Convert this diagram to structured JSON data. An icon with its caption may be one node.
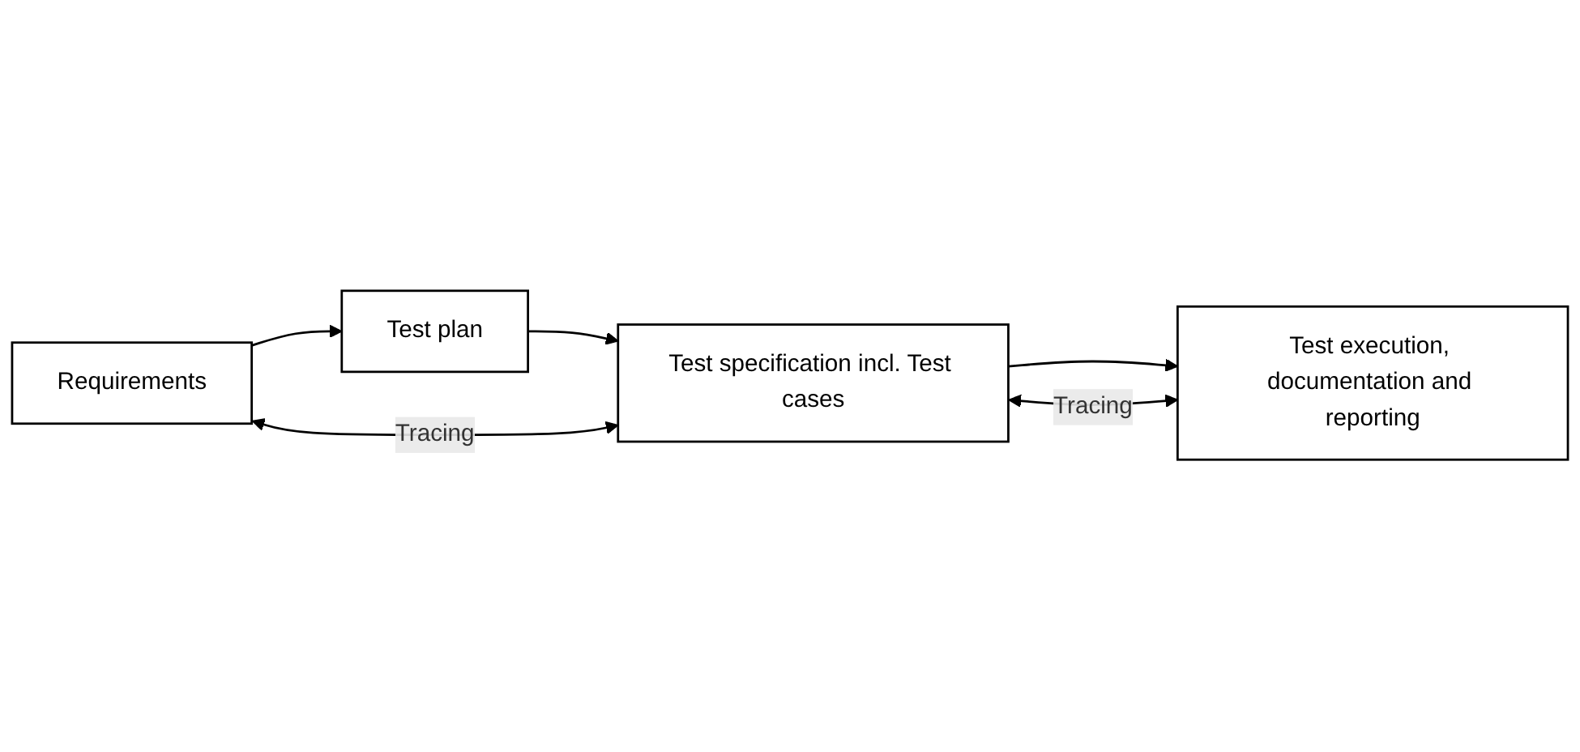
{
  "diagram": {
    "nodes": [
      {
        "text": [
          "Requirements"
        ]
      },
      {
        "text": [
          "Test plan"
        ]
      },
      {
        "text": [
          "Test specification incl. Test cases"
        ]
      },
      {
        "text": [
          "Test execution, documentation and reporting"
        ]
      }
    ],
    "edges": [
      {
        "from": 0,
        "to": 1,
        "arrow": "to"
      },
      {
        "from": 1,
        "to": 2,
        "arrow": "to"
      },
      {
        "from": 0,
        "to": 2,
        "arrow": "both",
        "label": "Tracing"
      },
      {
        "from": 2,
        "to": 3,
        "arrow": "to"
      },
      {
        "from": 2,
        "to": 3,
        "arrow": "both",
        "label": "Tracing"
      }
    ]
  }
}
